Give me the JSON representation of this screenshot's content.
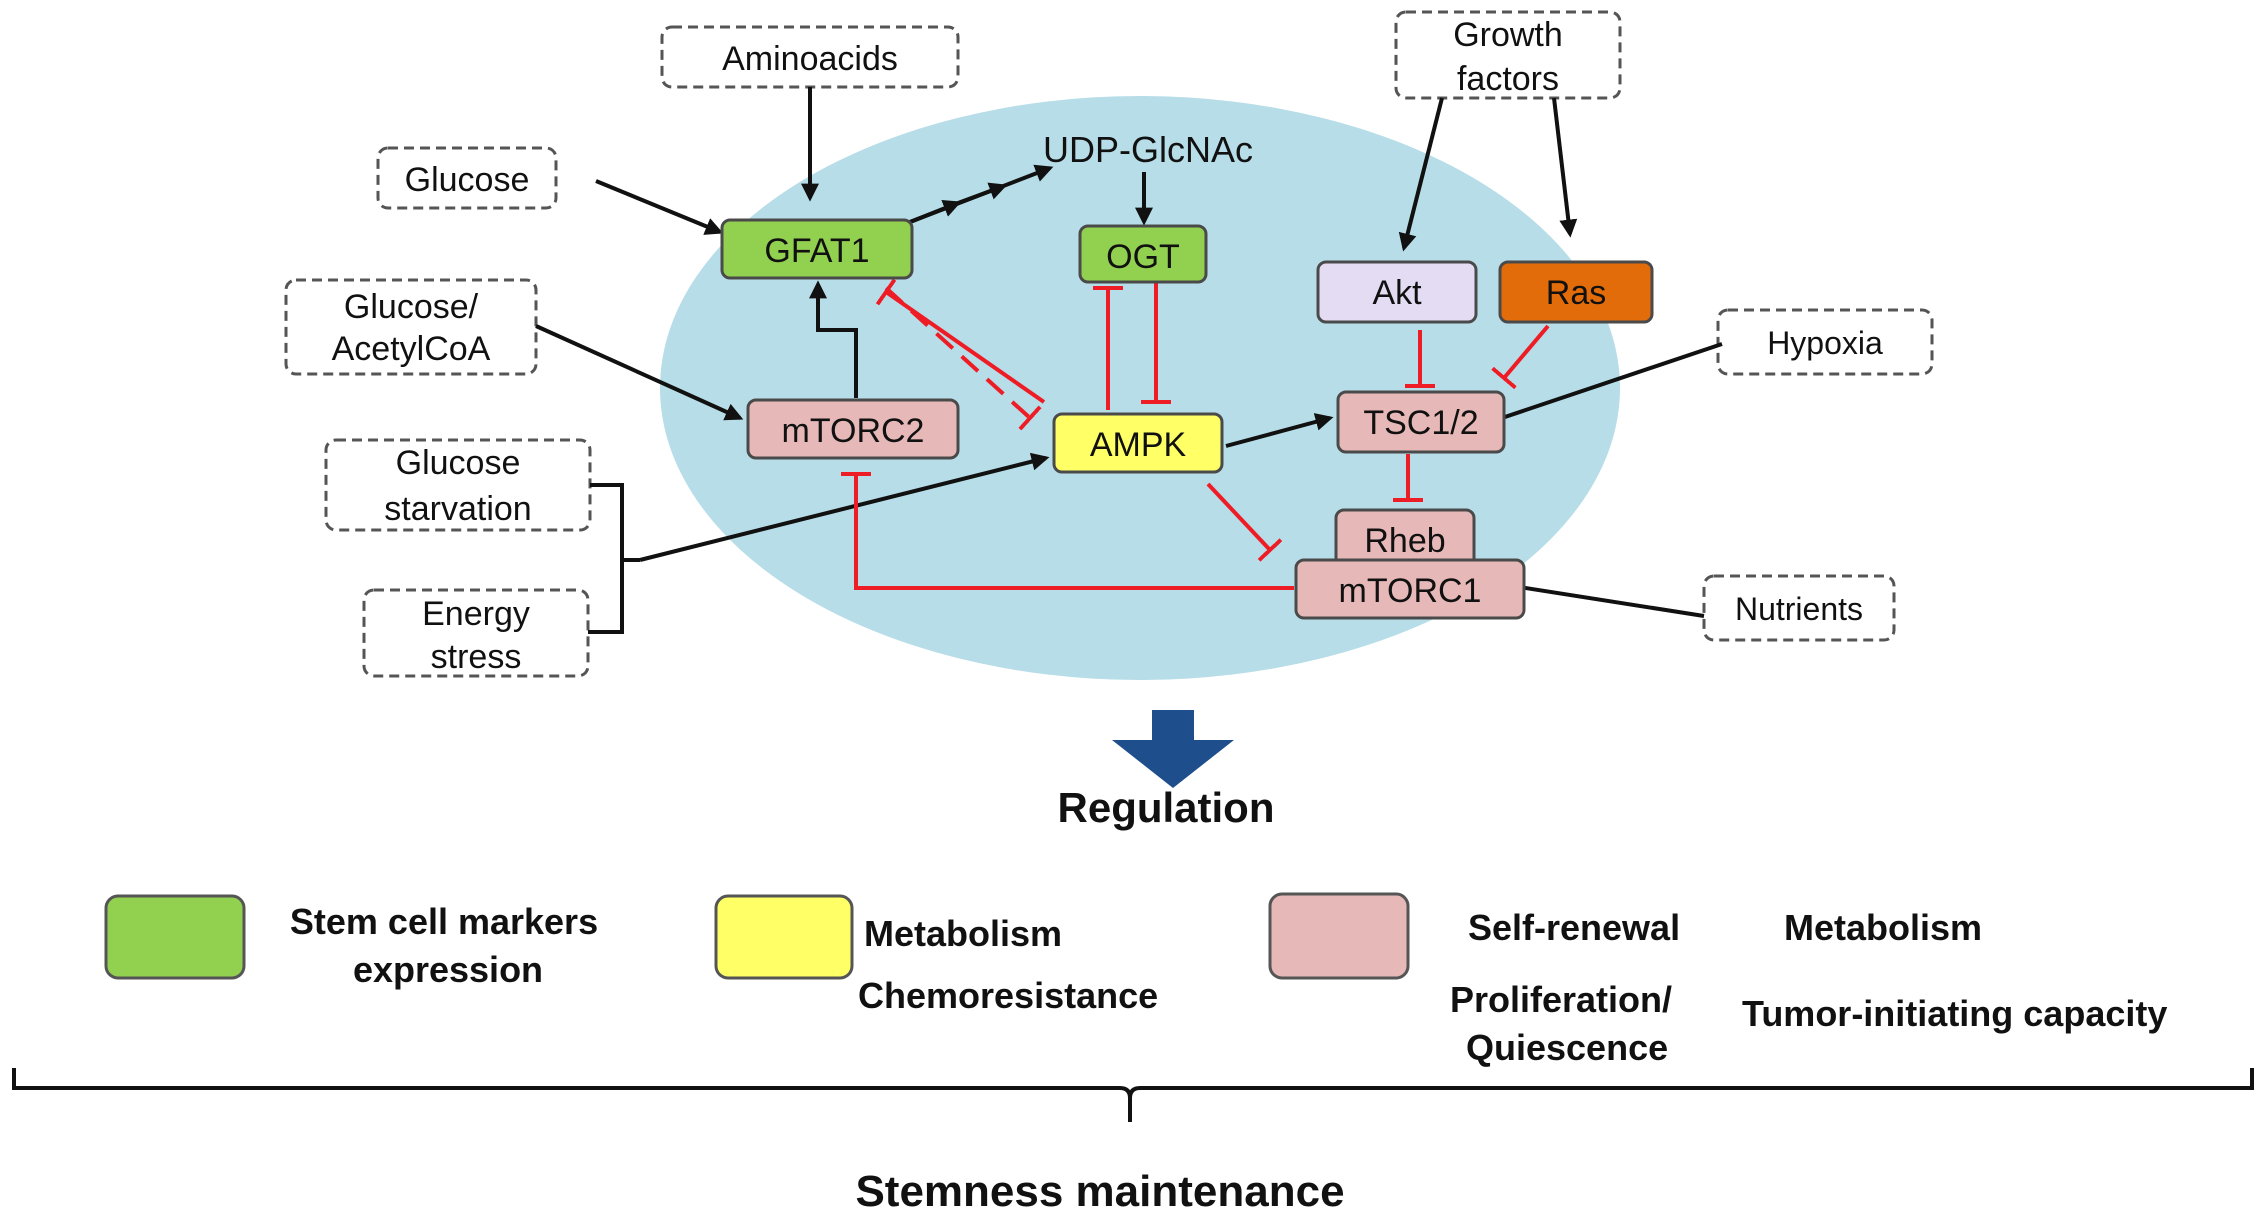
{
  "inputs": {
    "aminoacids": "Aminoacids",
    "glucose": "Glucose",
    "glucose_acetylcoa_line1": "Glucose/",
    "glucose_acetylcoa_line2": "AcetylCoA",
    "glucose_starvation_line1": "Glucose",
    "glucose_starvation_line2": "starvation",
    "energy_stress_line1": "Energy",
    "energy_stress_line2": "stress",
    "growth_factors_line1": "Growth",
    "growth_factors_line2": "factors",
    "hypoxia": "Hypoxia",
    "nutrients": "Nutrients"
  },
  "nodes": {
    "udp_glcnac": "UDP-GlcNAc",
    "gfat1": "GFAT1",
    "ogt": "OGT",
    "akt": "Akt",
    "ras": "Ras",
    "mtorc2": "mTORC2",
    "ampk": "AMPK",
    "tsc12": "TSC1/2",
    "rheb": "Rheb",
    "mtorc1": "mTORC1"
  },
  "regulation_label": "Regulation",
  "legend": {
    "green": {
      "color": "#92d050",
      "line1": "Stem cell markers",
      "line2": "expression"
    },
    "yellow": {
      "color": "#ffff66",
      "line1": "Metabolism",
      "line2": "Chemoresistance"
    },
    "pink": {
      "color": "#e6b9b8",
      "self_renewal": "Self-renewal",
      "metabolism": "Metabolism",
      "proliferation_line1": "Proliferation/",
      "proliferation_line2": "Quiescence",
      "tumor_initiating": "Tumor-initiating capacity"
    }
  },
  "footer": "Stemness maintenance",
  "colors": {
    "cell_fill": "#b7dde8",
    "green": "#92d050",
    "yellow": "#ffff66",
    "pink": "#e6b9b8",
    "lavender": "#e4dcf2",
    "orange": "#e36c0a",
    "inhibition": "#ee1c25",
    "arrow": "#111111",
    "big_arrow": "#1f4e8c"
  }
}
